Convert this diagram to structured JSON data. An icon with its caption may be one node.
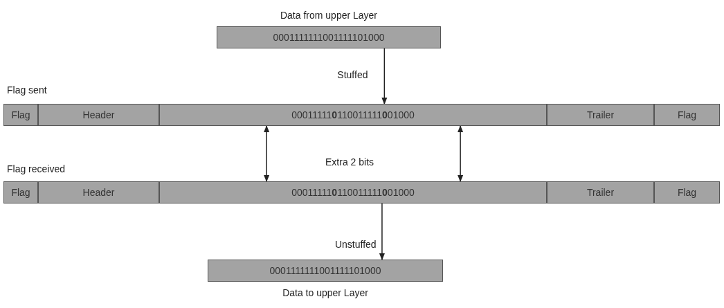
{
  "diagram": {
    "nodes": [
      {
        "text": [
          "0001111111001111101000"
        ],
        "beside": [
          "Data from upper Layer"
        ]
      },
      {
        "text": [
          "Flag"
        ]
      },
      {
        "text": [
          "Header"
        ]
      },
      {
        "text": [
          "00011111**0**110011111**0**01000"
        ]
      },
      {
        "text": [
          "Trailer"
        ]
      },
      {
        "text": [
          "Flag"
        ]
      },
      {
        "text": [
          "Flag"
        ]
      },
      {
        "text": [
          "Header"
        ]
      },
      {
        "text": [
          "00011111**0**110011111**0**01000"
        ]
      },
      {
        "text": [
          "Trailer"
        ]
      },
      {
        "text": [
          "Flag"
        ]
      },
      {
        "text": [
          "0001111111001111101000"
        ],
        "beside": [
          "Data to upper Layer"
        ]
      }
    ],
    "edges": [
      {
        "from": 0,
        "to": 3,
        "arrow": "to",
        "label": "Stuffed"
      },
      {
        "from": 3,
        "to": 8,
        "arrow": "both"
      },
      {
        "from": 3,
        "to": 8,
        "arrow": "both"
      },
      {
        "from": 8,
        "to": 11,
        "arrow": "to",
        "label": "Unstuffed"
      }
    ],
    "labels": [
      "Flag sent",
      "Flag received",
      "Extra 2 bits"
    ]
  }
}
